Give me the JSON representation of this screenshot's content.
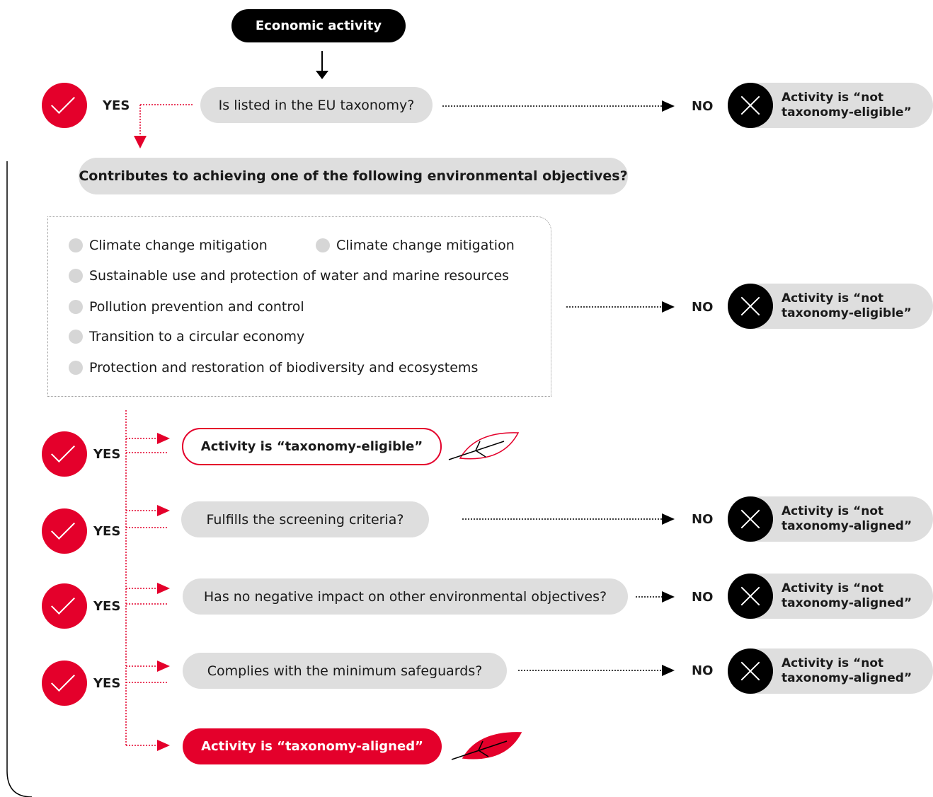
{
  "start": {
    "label": "Economic activity"
  },
  "yes_label": "YES",
  "no_label": "NO",
  "q_listed": "Is listed in the EU taxonomy?",
  "q_contributes": "Contributes to achieving one of the following environmental objectives?",
  "objectives": [
    "Climate change mitigation",
    "Climate change mitigation",
    "Sustainable use and protection of water and marine resources",
    "Pollution prevention and control",
    "Transition to a circular economy",
    "Protection and restoration of biodiversity and ecosystems"
  ],
  "result_eligible": "Activity is “taxonomy-eligible”",
  "q_screening": "Fulfills the screening criteria?",
  "q_no_harm": "Has no negative impact on other environmental objectives?",
  "q_safeguards": "Complies with the minimum safeguards?",
  "result_aligned": "Activity is “taxonomy-aligned”",
  "not_eligible": {
    "line1": "Activity is “not",
    "line2": "taxonomy-eligible”"
  },
  "not_aligned": {
    "line1": "Activity is “not",
    "line2": "taxonomy-aligned”"
  },
  "colors": {
    "accent": "#e4002b",
    "pill_gray": "#dedede",
    "dark": "#000000"
  },
  "icons": [
    "check-icon",
    "close-icon",
    "leaf-outline-icon",
    "leaf-filled-icon"
  ]
}
